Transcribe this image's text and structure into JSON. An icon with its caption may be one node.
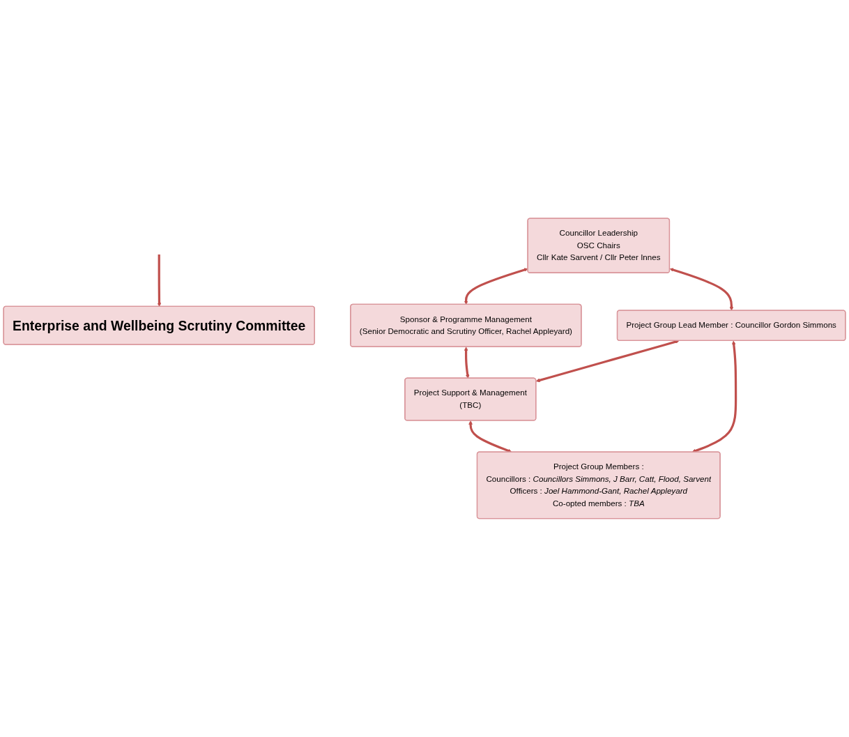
{
  "diagram": {
    "nodes": [
      {
        "text": [
          "Enterprise and Wellbeing Scrutiny Committee"
        ]
      },
      {
        "text": [
          "Councillor Leadership",
          "OSC Chairs",
          "Cllr Kate Sarvent / Cllr Peter Innes"
        ]
      },
      {
        "text": [
          "Sponsor & Programme Management",
          "(Senior Democratic and Scrutiny Officer, Rachel Appleyard)"
        ]
      },
      {
        "text": [
          "Project Group Lead Member : Councillor Gordon Simmons"
        ]
      },
      {
        "text": [
          "Project Support & Management",
          "(TBC)"
        ]
      },
      {
        "text": [
          "Project Group Members :",
          "Councillors : *Councillors Simmons, J Barr, Catt, Flood, Sarvent*",
          "Officers : *Joel Hammond-Gant, Rachel Appleyard*",
          "Co-opted members : *TBA*"
        ]
      }
    ],
    "edges": [
      {
        "from": null,
        "to": 0,
        "arrow": "to"
      },
      {
        "from": 1,
        "to": 2,
        "arrow": "both"
      },
      {
        "from": 1,
        "to": 3,
        "arrow": "both"
      },
      {
        "from": 2,
        "to": 4,
        "arrow": "both"
      },
      {
        "from": 3,
        "to": 4,
        "arrow": "both"
      },
      {
        "from": 3,
        "to": 5,
        "arrow": "both"
      },
      {
        "from": 4,
        "to": 5,
        "arrow": "both"
      }
    ]
  }
}
